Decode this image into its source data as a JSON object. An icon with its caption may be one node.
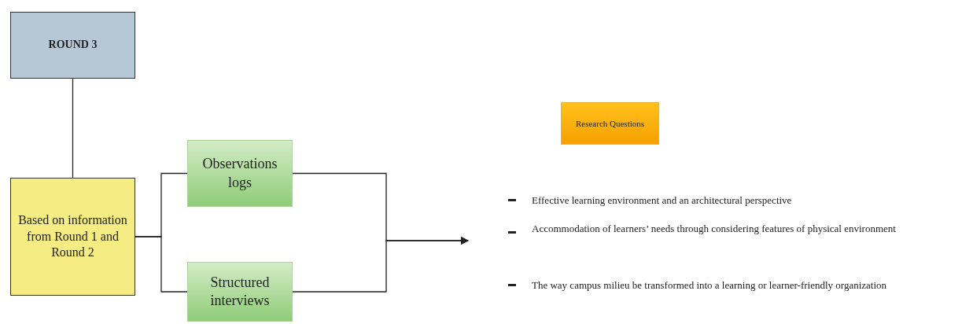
{
  "diagram": {
    "nodes": [
      {
        "text": [
          "ROUND 3"
        ]
      },
      {
        "text": [
          "Based on information from Round 1 and Round 2"
        ]
      },
      {
        "text": [
          "Observations logs"
        ]
      },
      {
        "text": [
          "Structured interviews"
        ]
      },
      {
        "text": [
          "Research Questions"
        ]
      }
    ],
    "edges": [
      {
        "from": 0,
        "to": 1,
        "arrow": "none"
      },
      {
        "from": 1,
        "to": 2,
        "arrow": "none"
      },
      {
        "from": 1,
        "to": 3,
        "arrow": "none"
      },
      {
        "from": 2,
        "to": null,
        "arrow": "to"
      },
      {
        "from": 3,
        "to": null,
        "arrow": "to"
      }
    ],
    "labels": [
      "Effective learning environment and an architectural perspective",
      "Accommodation of learners’ needs through considering features of physical environment",
      "The way campus milieu be transformed into a learning or learner-friendly organization"
    ]
  }
}
